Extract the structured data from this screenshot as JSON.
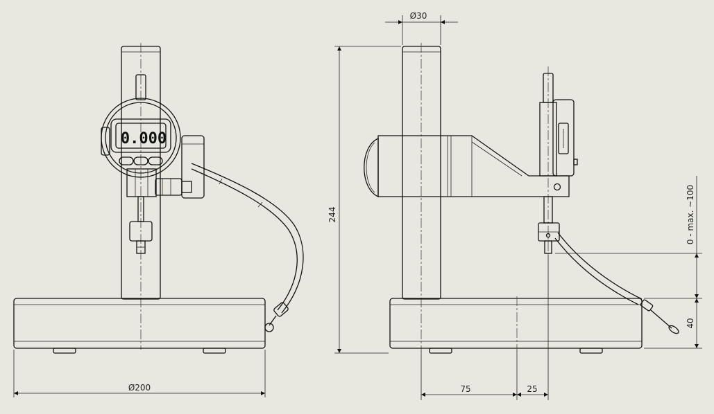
{
  "display": {
    "reading": "0.000"
  },
  "dimensions": {
    "base_diameter": "Ø200",
    "column_diameter": "Ø30",
    "total_height": "244",
    "measuring_range": "0 - max. ~100",
    "base_height": "40",
    "arm_reach": "75",
    "probe_offset": "25"
  }
}
